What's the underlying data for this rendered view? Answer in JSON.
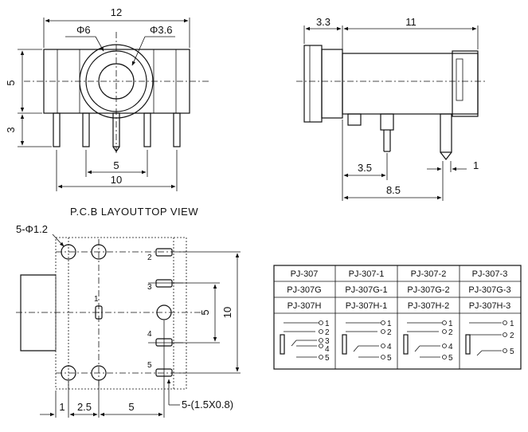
{
  "front_view": {
    "width_dim": "12",
    "hole_small_dim": "Φ6",
    "hole_large_dim": "Φ3.6",
    "height_dim": "5",
    "pin_height_dim": "3",
    "pin_spacing_dim": "5",
    "pin_span_dim": "10"
  },
  "side_view": {
    "flange_dim": "3.3",
    "body_dim": "11",
    "pin_offset_dim": "3.5",
    "pin_width_dim": "1",
    "rear_pin_dim": "8.5"
  },
  "caption": {
    "pcb_layout": "P.C.B LAYOUT",
    "top_view": "TOP VIEW"
  },
  "pcb": {
    "hole_note": "5-Φ1.2",
    "slot_note": "5-(1.5X0.8)",
    "pin_labels": [
      "1",
      "2",
      "3",
      "4",
      "5"
    ],
    "dim_right_inner": "5",
    "dim_right_outer": "10",
    "dim_bottom_1": "1",
    "dim_bottom_2": "2.5",
    "dim_bottom_3": "5"
  },
  "table": {
    "rows": [
      [
        "PJ-307",
        "PJ-307-1",
        "PJ-307-2",
        "PJ-307-3"
      ],
      [
        "PJ-307G",
        "PJ-307G-1",
        "PJ-307G-2",
        "PJ-307G-3"
      ],
      [
        "PJ-307H",
        "PJ-307H-1",
        "PJ-307H-2",
        "PJ-307H-3"
      ]
    ],
    "schematic_labels": [
      [
        "1",
        "2",
        "3",
        "4",
        "5"
      ],
      [
        "1",
        "2",
        "4",
        "5"
      ],
      [
        "1",
        "2",
        "4",
        "5"
      ],
      [
        "1",
        "2",
        "5"
      ]
    ]
  }
}
